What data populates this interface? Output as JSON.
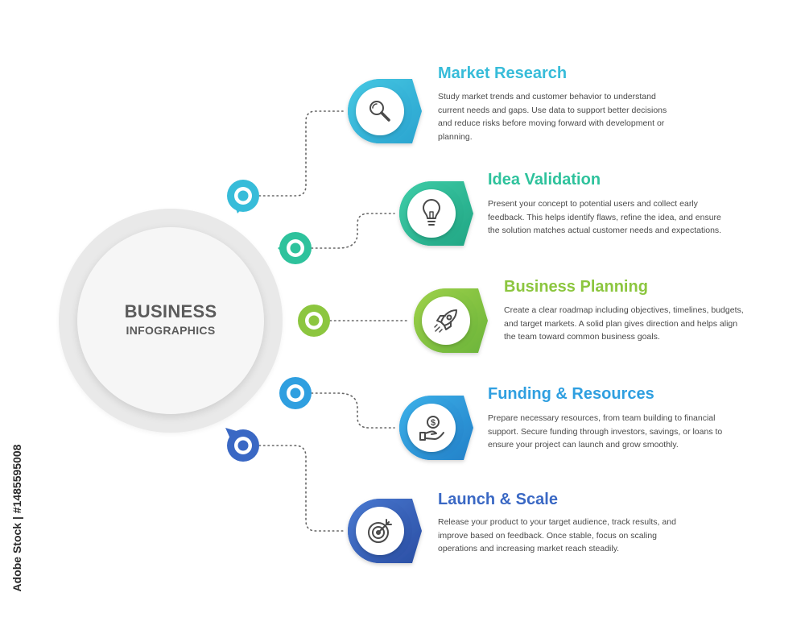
{
  "center": {
    "title": "BUSINESS",
    "subtitle": "INFOGRAPHICS"
  },
  "watermark": "Adobe Stock | #1485595008",
  "steps": [
    {
      "title": "Market Research",
      "description": "Study market trends and customer behavior to understand current needs and gaps. Use data to support better decisions and reduce risks before moving forward with development or planning.",
      "color": "#37bcd9",
      "color_dark": "#2aa3cf",
      "icon": "magnifier-icon"
    },
    {
      "title": "Idea Validation",
      "description": "Present your concept to potential users and collect early feedback. This helps identify flaws, refine the idea, and ensure the solution matches actual customer needs and expectations.",
      "color": "#2ec29c",
      "color_dark": "#25a987",
      "icon": "lightbulb-icon"
    },
    {
      "title": "Business Planning",
      "description": "Create a clear roadmap including objectives, timelines, budgets, and target markets. A solid plan gives direction and helps align the team toward common business goals.",
      "color": "#8cc63f",
      "color_dark": "#6fb83a",
      "icon": "rocket-icon"
    },
    {
      "title": "Funding & Resources",
      "description": "Prepare necessary resources, from team building to financial support. Secure funding through investors, savings, or loans to ensure your project can launch and grow smoothly.",
      "color": "#2f9fe0",
      "color_dark": "#2387cc",
      "icon": "money-hand-icon"
    },
    {
      "title": "Launch & Scale",
      "description": "Release your product to your target audience, track results, and improve based on feedback. Once stable, focus on scaling operations and increasing market reach steadily.",
      "color": "#3a68c4",
      "color_dark": "#2c52a8",
      "icon": "target-icon"
    }
  ]
}
